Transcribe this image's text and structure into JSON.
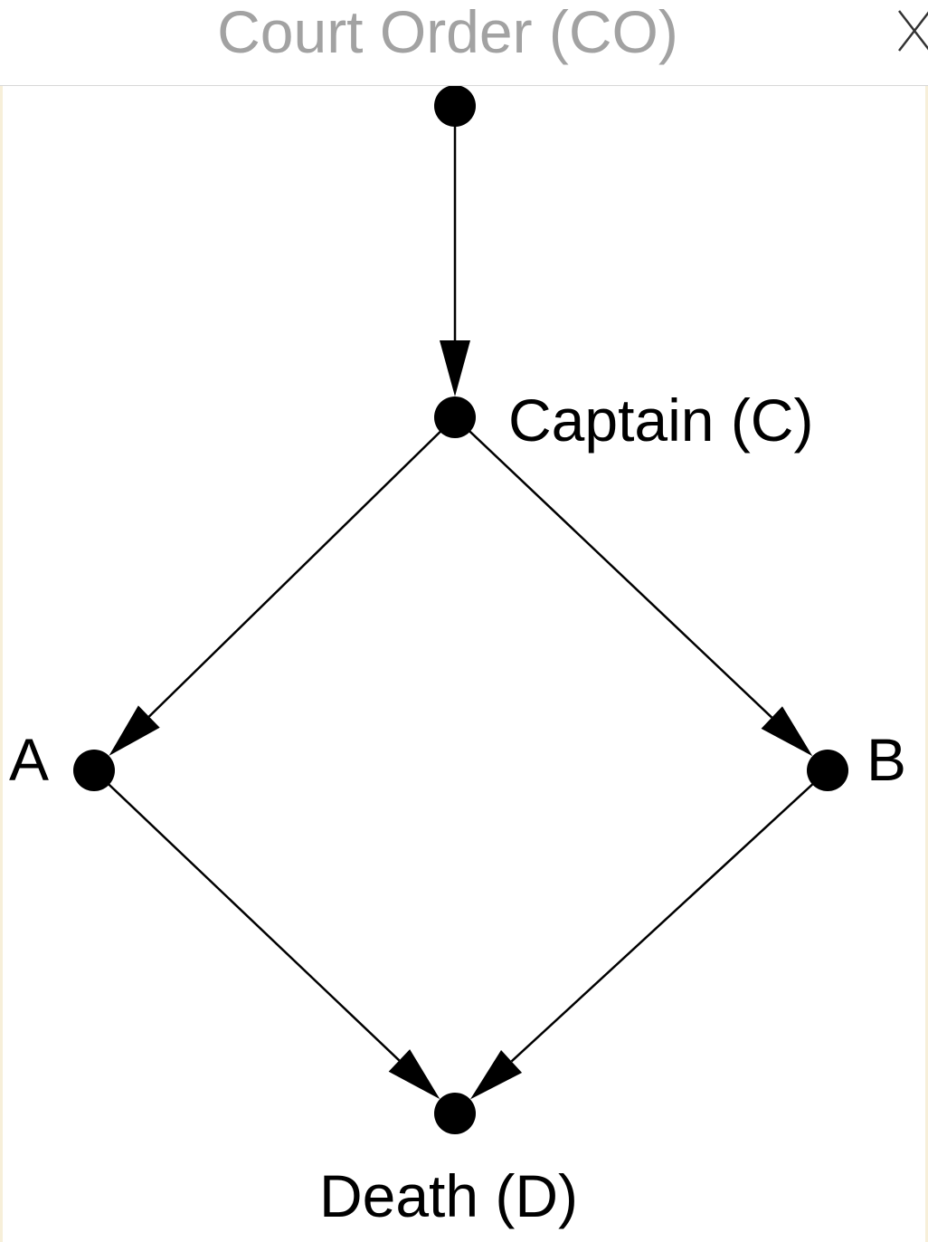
{
  "header": {
    "title": "Court Order (CO)",
    "close_icon": "close-icon"
  },
  "diagram": {
    "nodes": [
      {
        "id": "CO",
        "label": ""
      },
      {
        "id": "C",
        "label": "Captain (C)"
      },
      {
        "id": "A",
        "label": "A"
      },
      {
        "id": "B",
        "label": "B"
      },
      {
        "id": "D",
        "label": "Death (D)"
      }
    ],
    "edges": [
      {
        "from": "CO",
        "to": "C"
      },
      {
        "from": "C",
        "to": "A"
      },
      {
        "from": "C",
        "to": "B"
      },
      {
        "from": "A",
        "to": "D"
      },
      {
        "from": "B",
        "to": "D"
      }
    ]
  },
  "colors": {
    "node": "#000000",
    "edge": "#000000",
    "header_text": "#a2a2a2"
  }
}
